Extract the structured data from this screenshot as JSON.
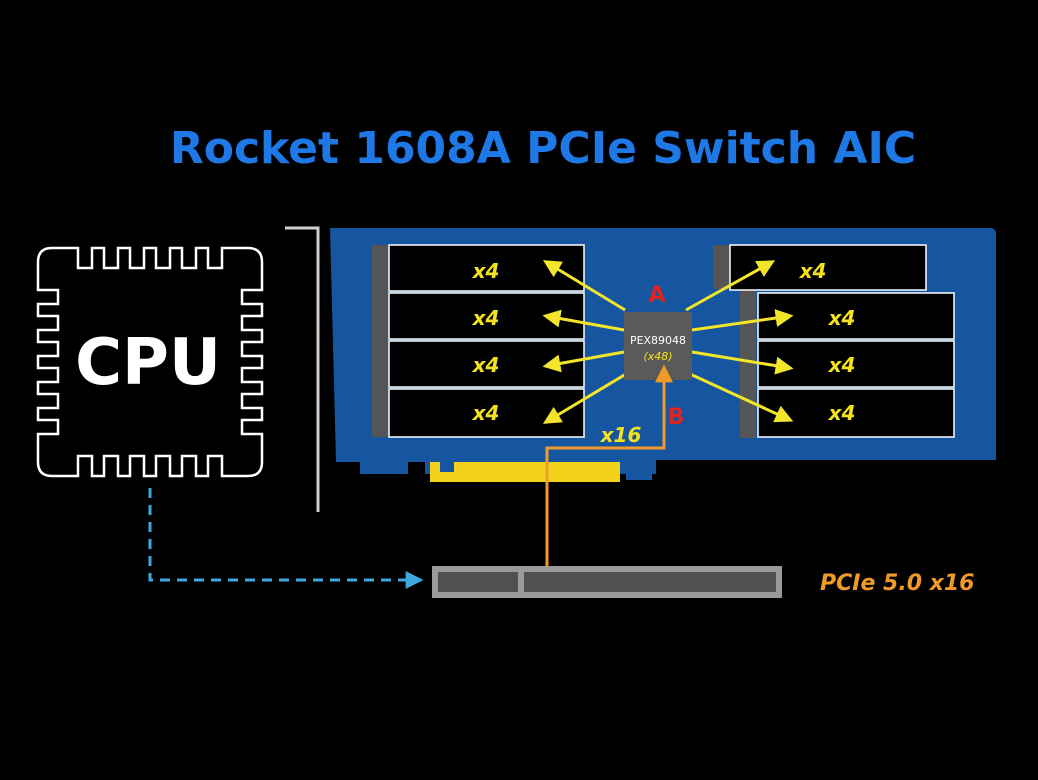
{
  "title": "Rocket 1608A PCIe Switch AIC",
  "cpu": {
    "label": "CPU"
  },
  "chip": {
    "name": "PEX89048",
    "lanes": "(x48)"
  },
  "markers": {
    "a": "A",
    "b": "B"
  },
  "uplink_label": "x16",
  "slot_label": "PCIe 5.0 x16",
  "m2_slots": [
    {
      "label": "x4"
    },
    {
      "label": "x4"
    },
    {
      "label": "x4"
    },
    {
      "label": "x4"
    },
    {
      "label": "x4"
    },
    {
      "label": "x4"
    },
    {
      "label": "x4"
    },
    {
      "label": "x4"
    }
  ],
  "colors": {
    "background": "#000000",
    "title": "#1e78e6",
    "board": "#1656a0",
    "lane_text": "#f4e21c",
    "arrows": "#f2e52a",
    "uplink": "#f09a2a",
    "cpu_link": "#3ca8e0",
    "marker": "#e0231e",
    "chip": "#5a5a5a",
    "gold_fingers": "#f2d21a"
  }
}
